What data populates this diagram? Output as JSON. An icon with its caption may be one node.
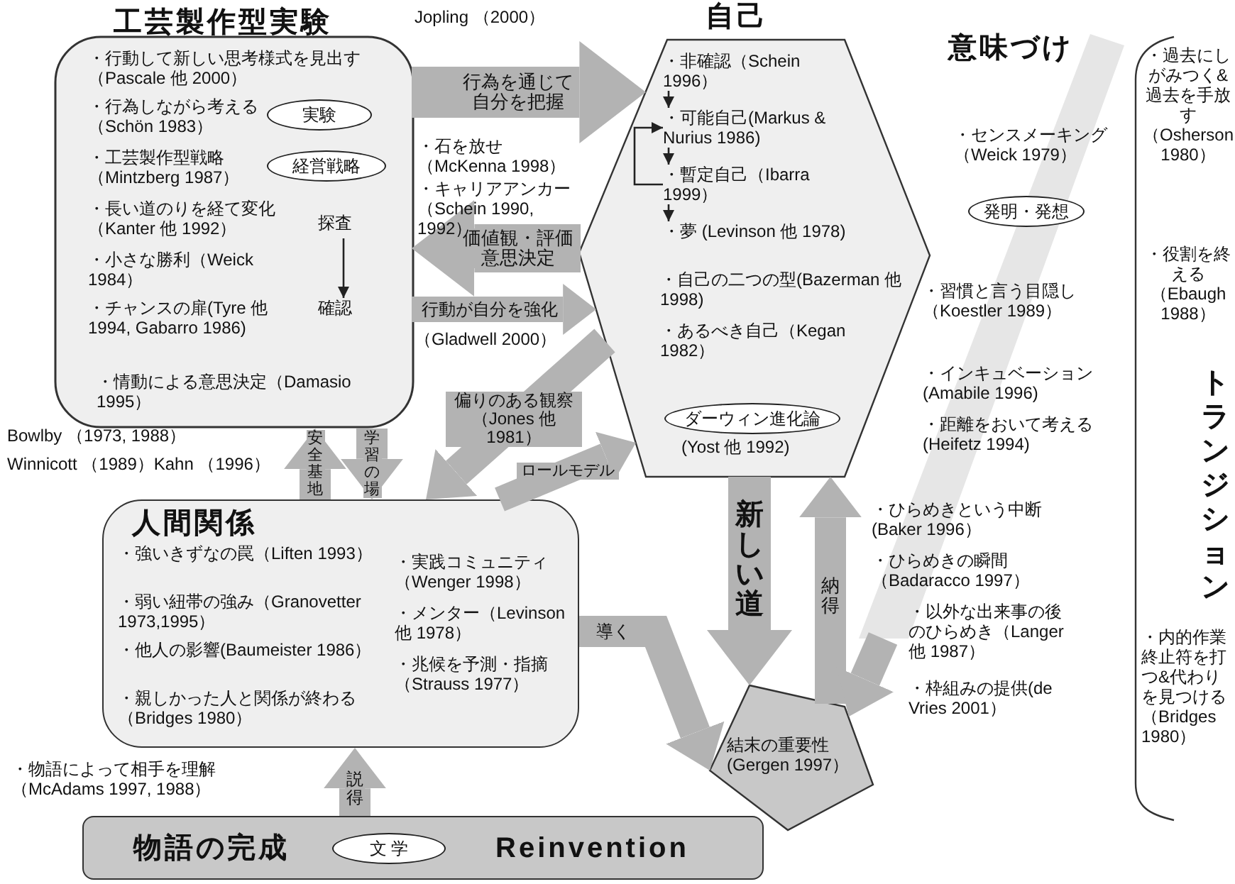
{
  "diagram": {
    "nodes": [
      {
        "text": [
          "工芸製作型実験",
          "・行動して新しい思考様式を見出す（Pascale 他 2000）",
          "・行為しながら考える（Schön 1983）",
          "・工芸製作型戦略（Mintzberg 1987）",
          "・長い道のりを経て変化（Kanter 他 1992）",
          "・小さな勝利（Weick 1984）",
          "・チャンスの扉(Tyre 他 1994, Gabarro 1986)",
          "・情動による意思決定（Damasio 1995）"
        ]
      },
      {
        "text": [
          "実験"
        ],
        "in": 0
      },
      {
        "text": [
          "経営戦略"
        ],
        "in": 0
      },
      {
        "text": [
          "探査"
        ],
        "in": 0
      },
      {
        "text": [
          "確認"
        ],
        "in": 0
      },
      {
        "text": [
          "自己",
          "・自己の二つの型(Bazerman 他 1998)",
          "・あるべき自己（Kegan 1982）"
        ]
      },
      {
        "text": [
          "・非確認（Schein 1996）"
        ],
        "in": 5
      },
      {
        "text": [
          "・可能自己(Markus & Nurius 1986)"
        ],
        "in": 5
      },
      {
        "text": [
          "・暫定自己（Ibarra 1999）"
        ],
        "in": 5
      },
      {
        "text": [
          "・夢 (Levinson 他 1978)"
        ],
        "in": 5
      },
      {
        "text": [
          "ダーウィン進化論"
        ],
        "beside": [
          "(Yost 他 1992)"
        ],
        "in": 5
      },
      {
        "text": [
          "意味づけ",
          "・センスメーキング（Weick 1979）",
          "・習慣と言う目隠し（Koestler 1989）",
          "・インキュベーション(Amabile 1996)",
          "・距離をおいて考える(Heifetz 1994)",
          "・ひらめきという中断(Baker 1996）",
          "・ひらめきの瞬間（Badaracco 1997）",
          "・以外な出来事の後のひらめき（Langer 他 1987）",
          "・枠組みの提供(de Vries 2001）"
        ]
      },
      {
        "text": [
          "発明・発想"
        ],
        "in": 11
      },
      {
        "text": [
          "トランジション",
          "・過去にしがみつく&過去を手放す（Osherson 1980）",
          "・役割を終える（Ebaugh 1988）",
          "・内的作業終止符を打つ&代わりを見つける（Bridges 1980）"
        ]
      },
      {
        "text": [
          "人間関係",
          "・強いきずなの罠（Liften 1993）",
          "・弱い紐帯の強み（Granovetter 1973,1995）",
          "・他人の影響(Baumeister 1986）",
          "・親しかった人と関係が終わる（Bridges 1980）",
          "・実践コミュニティ（Wenger 1998）",
          "・メンター（Levinson他 1978）",
          "・兆候を予測・指摘（Strauss 1977）"
        ]
      },
      {
        "text": [
          "物語の完成",
          "Reinvention"
        ]
      },
      {
        "text": [
          "文 学"
        ],
        "in": 15
      },
      {
        "text": [
          "結末の重要性(Gergen 1997）"
        ]
      }
    ],
    "edges": [
      {
        "from": 0,
        "to": 5,
        "arrow": "to",
        "label": "行為を通じて自分を把握"
      },
      {
        "from": 5,
        "to": 0,
        "arrow": "to",
        "label": "価値観・評価意思決定"
      },
      {
        "from": 0,
        "to": 5,
        "arrow": "to",
        "label": "行動が自分を強化"
      },
      {
        "from": 14,
        "to": 0,
        "arrow": "to",
        "label": "安全基地"
      },
      {
        "from": 0,
        "to": 14,
        "arrow": "to",
        "label": "学習の場"
      },
      {
        "from": 5,
        "to": 14,
        "arrow": "to",
        "label": "偏りのある観察（Jones 他 1981）"
      },
      {
        "from": 14,
        "to": 5,
        "arrow": "to",
        "label": "ロールモデル"
      },
      {
        "from": 14,
        "to": 17,
        "arrow": "to",
        "label": "導く"
      },
      {
        "from": 5,
        "to": 17,
        "arrow": "to",
        "label": "新しい道"
      },
      {
        "from": 17,
        "to": 5,
        "arrow": "to",
        "label": "納得"
      },
      {
        "from": 15,
        "to": 14,
        "arrow": "to",
        "label": "説得"
      },
      {
        "from": 11,
        "to": 17,
        "arrow": "to"
      },
      {
        "from": 3,
        "to": 4,
        "arrow": "to",
        "color": "#222222"
      },
      {
        "from": 6,
        "to": 7,
        "arrow": "to",
        "color": "#222222"
      },
      {
        "from": 7,
        "to": 8,
        "arrow": "to",
        "color": "#222222"
      },
      {
        "from": 8,
        "to": 7,
        "arrow": "to",
        "color": "#222222"
      },
      {
        "from": 8,
        "to": 9,
        "arrow": "to",
        "color": "#222222"
      }
    ],
    "labels": [
      "Jopling （2000）",
      "・石を放せ（McKenna 1998）",
      "・キャリアアンカー（Schein 1990, 1992）",
      "（Gladwell 2000）",
      "Bowlby （1973, 1988）",
      "Winnicott （1989）Kahn （1996）",
      "・物語によって相手を理解（McAdams 1997, 1988）"
    ]
  }
}
